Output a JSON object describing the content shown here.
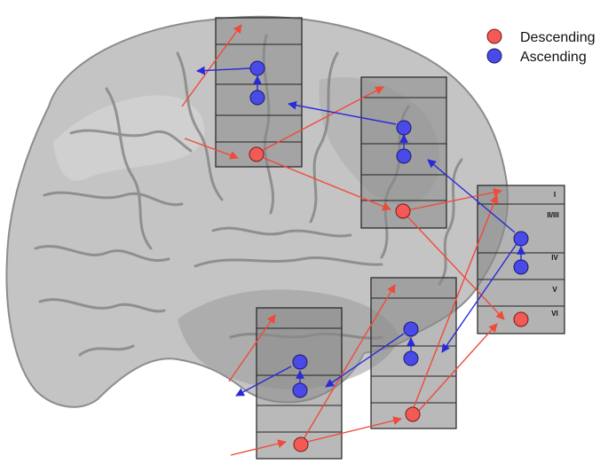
{
  "legend": {
    "descending_label": "Descending",
    "ascending_label": "Ascending"
  },
  "layer_labels": [
    "I",
    "II/III",
    "IV",
    "V",
    "VI"
  ],
  "colors": {
    "descending": "#f04a3a",
    "descending_fill": "#f25a55",
    "ascending": "#2a2ad8",
    "ascending_fill": "#4a4ae8",
    "column_fill": "#8a8a8a",
    "brain_base": "#c4c4c4"
  }
}
